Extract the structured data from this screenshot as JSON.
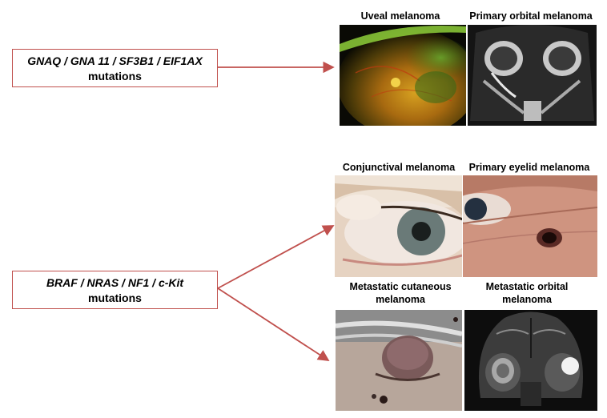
{
  "groups": [
    {
      "genes": "GNAQ / GNA 11 / SF3B1 / EIF1AX",
      "suffix": "mutations",
      "panels": [
        "Uveal melanoma",
        "Primary orbital melanoma"
      ]
    },
    {
      "genes": "BRAF / NRAS / NF1 / c-Kit",
      "suffix": "mutations",
      "panels": [
        "Conjunctival melanoma",
        "Primary eyelid melanoma",
        "Metastatic cutaneous melanoma",
        "Metastatic orbital melanoma"
      ]
    }
  ],
  "colors": {
    "arrow": "#c0504d",
    "box_border": "#c0504d"
  }
}
